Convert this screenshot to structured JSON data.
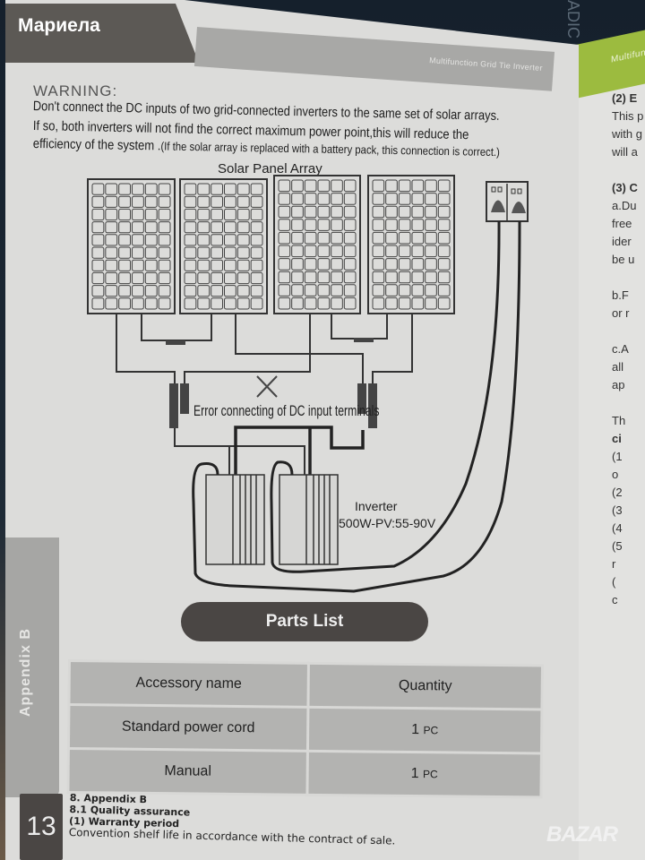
{
  "brand": "Мариела",
  "header": {
    "running_title": "Multifunction Grid Tie Inverter",
    "right_page_title": "Multifun"
  },
  "warning": {
    "title": "WARNING:",
    "line1": "Don't connect the DC inputs of two grid-connected inverters to the same set of solar arrays.",
    "line2": "If so, both inverters will not find the correct maximum power point,this will reduce the",
    "line3_main": "efficiency of the system .",
    "line3_note": "(If the solar array is replaced with a battery pack, this connection is correct.)"
  },
  "diagram": {
    "title": "Solar Panel Array",
    "panel_count": 4,
    "panel_grid": {
      "columns": 6,
      "rows": 10
    },
    "error_label": "Error connecting of DC input terminals",
    "inverter_label": "Inverter",
    "inverter_spec": "500W-PV:55-90V",
    "inverter_count": 2
  },
  "parts_list": {
    "title": "Parts List",
    "headers": [
      "Accessory name",
      "Quantity"
    ],
    "rows": [
      {
        "name": "Standard power cord",
        "qty": "1",
        "unit": "PC"
      },
      {
        "name": "Manual",
        "qty": "1",
        "unit": "PC"
      }
    ]
  },
  "side_tab": "Appendix B",
  "page_number": "13",
  "footer": {
    "section": "8. Appendix B",
    "subsection": "8.1 Quality assurance",
    "item": "(1)  Warranty period",
    "text": "Convention shelf life in accordance with the contract of sale."
  },
  "right_page_lines": [
    "(2) E",
    "This p",
    "with g",
    "will a",
    "",
    "(3) C",
    "a.Du",
    "free",
    "ider",
    "be u",
    "",
    "b.F",
    "or r",
    "",
    "c.A",
    "all",
    "ap",
    "",
    "Th",
    "ci",
    "(1",
    "o",
    "(2",
    "(3",
    "(4",
    "(5",
    "r",
    "(",
    "c"
  ],
  "watermark": "BAZAR",
  "background_text": "ADIC"
}
